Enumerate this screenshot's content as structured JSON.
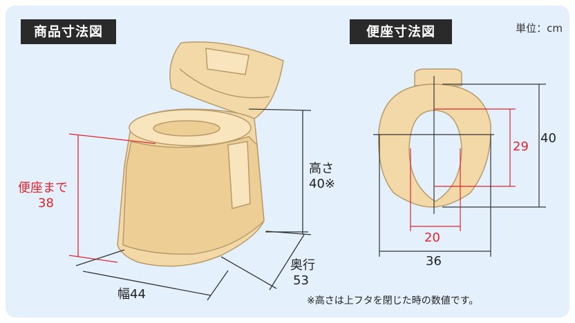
{
  "titles": {
    "product_dimensions": "商品寸法図",
    "seat_dimensions": "便座寸法図"
  },
  "unit": "単位：cm",
  "product": {
    "seat_height_label": "便座まで",
    "seat_height_value": "38",
    "height_label": "高さ",
    "height_value": "40※",
    "depth_label": "奥行",
    "depth_value": "53",
    "width_label": "幅44"
  },
  "seat": {
    "outer_height": "40",
    "inner_height": "29",
    "inner_width": "20",
    "outer_width": "36"
  },
  "footnote": "※高さは上フタを閉じた時の数値です。",
  "colors": {
    "panel": "#e4f0fb",
    "product_fill": "#f3d9a8",
    "outline": "#b89a6a",
    "red_dimension": "#e0232e",
    "black_dimension": "#333333"
  }
}
